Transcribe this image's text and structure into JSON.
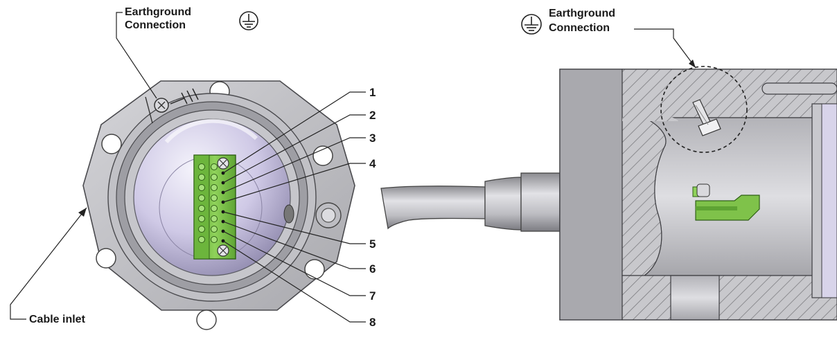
{
  "labels": {
    "earthground_left_line1": "Earthground",
    "earthground_left_line2": "Connection",
    "earthground_right_line1": "Earthground",
    "earthground_right_line2": "Connection",
    "cable_inlet": "Cable inlet"
  },
  "terminals": [
    "1",
    "2",
    "3",
    "4",
    "5",
    "6",
    "7",
    "8"
  ],
  "icons": {
    "ground": "earth-ground-symbol"
  },
  "colors": {
    "housing": "#b9b9bd",
    "housing_dark": "#8f8f95",
    "glass": "#c9c3e3",
    "terminal_block": "#7fc24a",
    "terminal_dark": "#4f8f28",
    "line": "#2a2a2a",
    "hatch": "#7c7c80"
  }
}
